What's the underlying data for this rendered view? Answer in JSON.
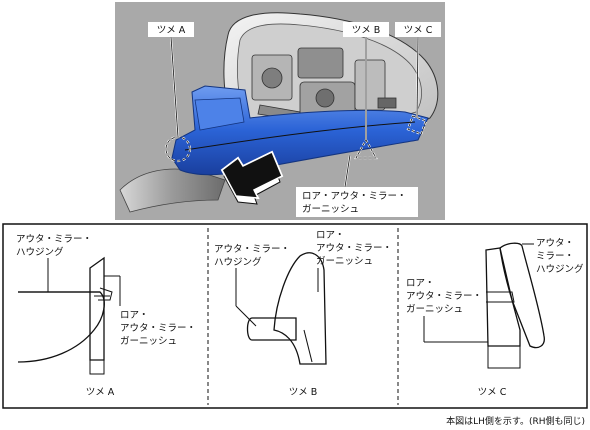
{
  "photo": {
    "callouts": {
      "claw_a": "ツメ A",
      "claw_b": "ツメ B",
      "claw_c": "ツメ C"
    },
    "part_label": [
      "ロア・アウタ・ミラー・",
      "ガーニッシュ"
    ]
  },
  "details": {
    "a": {
      "title": "ツメ A",
      "housing": [
        "アウタ・ミラー・",
        "ハウジング"
      ],
      "garnish": [
        "ロア・",
        "アウタ・ミラー・",
        "ガーニッシュ"
      ]
    },
    "b": {
      "title": "ツメ B",
      "housing": [
        "アウタ・ミラー・",
        "ハウジング"
      ],
      "garnish": [
        "ロア・",
        "アウタ・ミラー・",
        "ガーニッシュ"
      ]
    },
    "c": {
      "title": "ツメ C",
      "housing": [
        "アウタ・",
        "ミラー・",
        "ハウジング"
      ],
      "garnish": [
        "ロア・",
        "アウタ・ミラー・",
        "ガーニッシュ"
      ]
    }
  },
  "footnote": "本図はLH側を示す。(RH側も同じ)",
  "colors": {
    "photo_bg": "#a9a9a9",
    "garnish_blue": "#2b63d6",
    "housing_light": "#e6e6e6"
  }
}
